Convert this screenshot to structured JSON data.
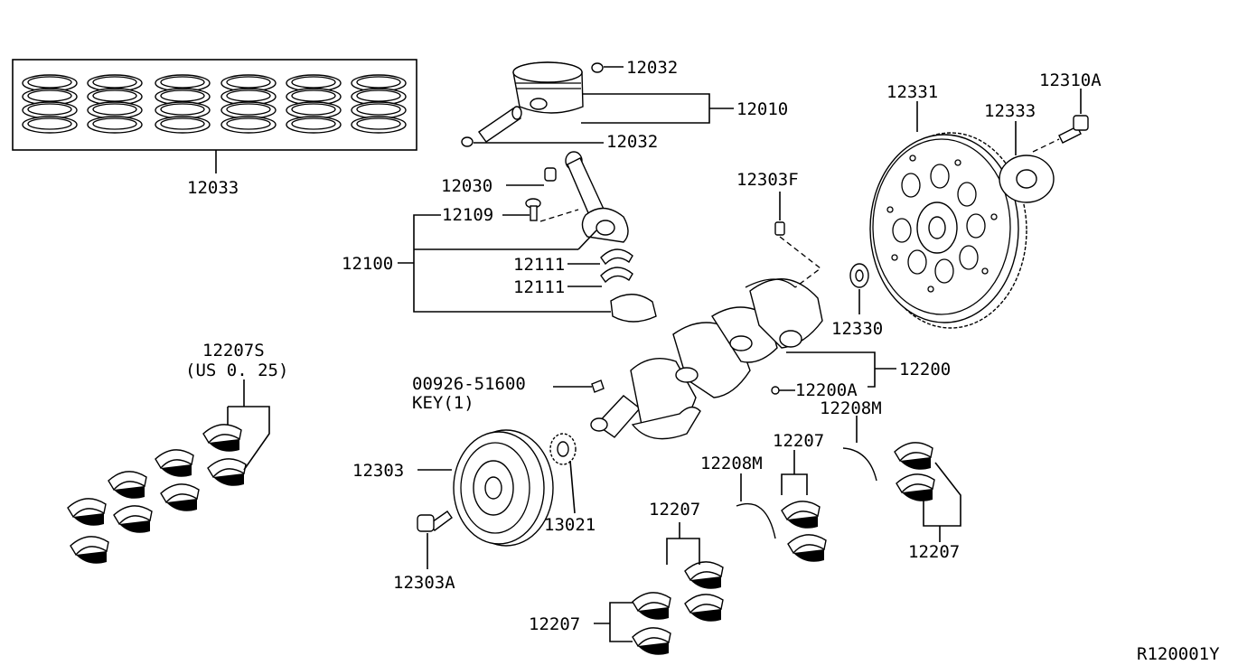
{
  "labels": {
    "piston_rings": "12033",
    "piston_pin_clip_top": "12032",
    "piston": "12010",
    "piston_pin_clip_bottom": "12032",
    "con_rod_bushing": "12030",
    "con_rod_bolt": "12109",
    "con_rod_assy": "12100",
    "con_rod_bearing_upper": "12111",
    "con_rod_bearing_lower": "12111",
    "crank_pilot_bushing_pin": "12303F",
    "crankshaft": "12200",
    "crank_plug": "12200A",
    "key_part": "00926-51600",
    "key_desc": "KEY(1)",
    "pulley": "12303",
    "pulley_bolt": "12303A",
    "sprocket": "13021",
    "pilot_bushing": "12330",
    "flywheel": "12331",
    "flywheel_plate": "12333",
    "flywheel_bolt": "12310A",
    "thrust_washer_a": "12208M",
    "thrust_washer_b": "12208M",
    "main_bearing_a": "12207",
    "main_bearing_b": "12207",
    "main_bearing_c": "12207",
    "main_bearing_d": "12207",
    "undersize_bearing": "12207S",
    "undersize_note": "(US 0. 25)",
    "diagram_code": "R120001Y"
  }
}
